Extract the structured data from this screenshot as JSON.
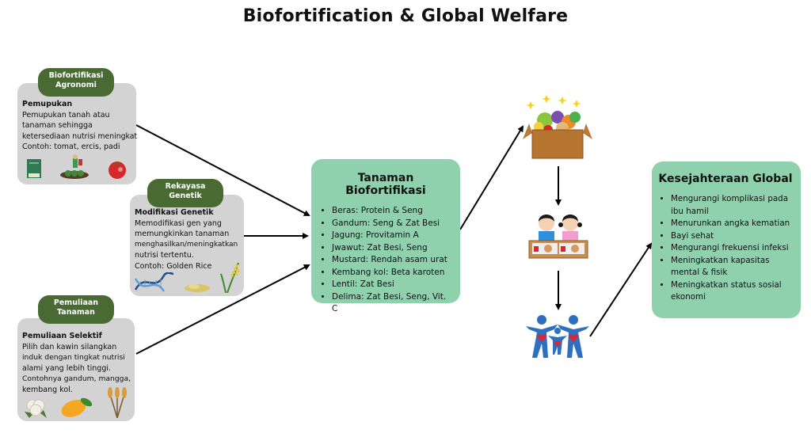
{
  "title": "Biofortification & Global Welfare",
  "methods": [
    {
      "pill": [
        "Biofortifikasi",
        "Agronomi"
      ],
      "heading": "Pemupukan",
      "lines": [
        "Pemupukan tanah atau",
        "tanaman sehingga",
        "ketersediaan nutrisi meningkat",
        "Contoh: tomat, ercis, padi"
      ],
      "icons": [
        "fertilizer-bag-icon",
        "farmer-spraying-icon",
        "tomato-icon"
      ]
    },
    {
      "pill": [
        "Rekayasa",
        "Genetik"
      ],
      "heading": "Modifikasi Genetik",
      "lines": [
        "Memodifikasi gen yang",
        "memungkinkan tanaman",
        "menghasilkan/meningkatkan",
        "nutrisi tertentu.",
        "Contoh: Golden Rice"
      ],
      "icons": [
        "dna-icon",
        "golden-rice-grains-icon",
        "rice-plant-icon"
      ]
    },
    {
      "pill": [
        "Pemuliaan",
        "Tanaman"
      ],
      "heading": "Pemuliaan Selektif",
      "lines": [
        "Pilih dan kawin silangkan",
        "induk dengan tingkat nutrisi",
        "alami yang lebih tinggi.",
        "Contohnya gandum, mangga,",
        "kembang kol."
      ],
      "icons": [
        "cauliflower-icon",
        "mango-icon",
        "wheat-icon"
      ]
    }
  ],
  "crops": {
    "title": "Tanaman Biofortifikasi",
    "items": [
      "Beras: Protein & Seng",
      "Gandum: Seng & Zat Besi",
      "Jagung: Provitamin A",
      "Jwawut: Zat Besi, Seng",
      "Mustard: Rendah asam urat",
      "Kembang kol: Beta karoten",
      "Lentil: Zat Besi",
      "Delima: Zat Besi, Seng, Vit. C"
    ]
  },
  "flow_icons": [
    "vegetable-box-icon",
    "children-eating-icon",
    "family-health-icon"
  ],
  "welfare": {
    "title": "Kesejahteraan Global",
    "items": [
      [
        "Mengurangi komplikasi pada",
        "ibu hamil"
      ],
      [
        "Menurunkan angka kematian"
      ],
      [
        "Bayi sehat"
      ],
      [
        "Mengurangi frekuensi infeksi"
      ],
      [
        "Meningkatkan kapasitas",
        "mental & fisik"
      ],
      [
        "Meningkatkan status sosial",
        "ekonomi"
      ]
    ]
  },
  "colors": {
    "pill": "#4a6a34",
    "card": "#d3d3d3",
    "green_box": "#8fd1ad"
  }
}
